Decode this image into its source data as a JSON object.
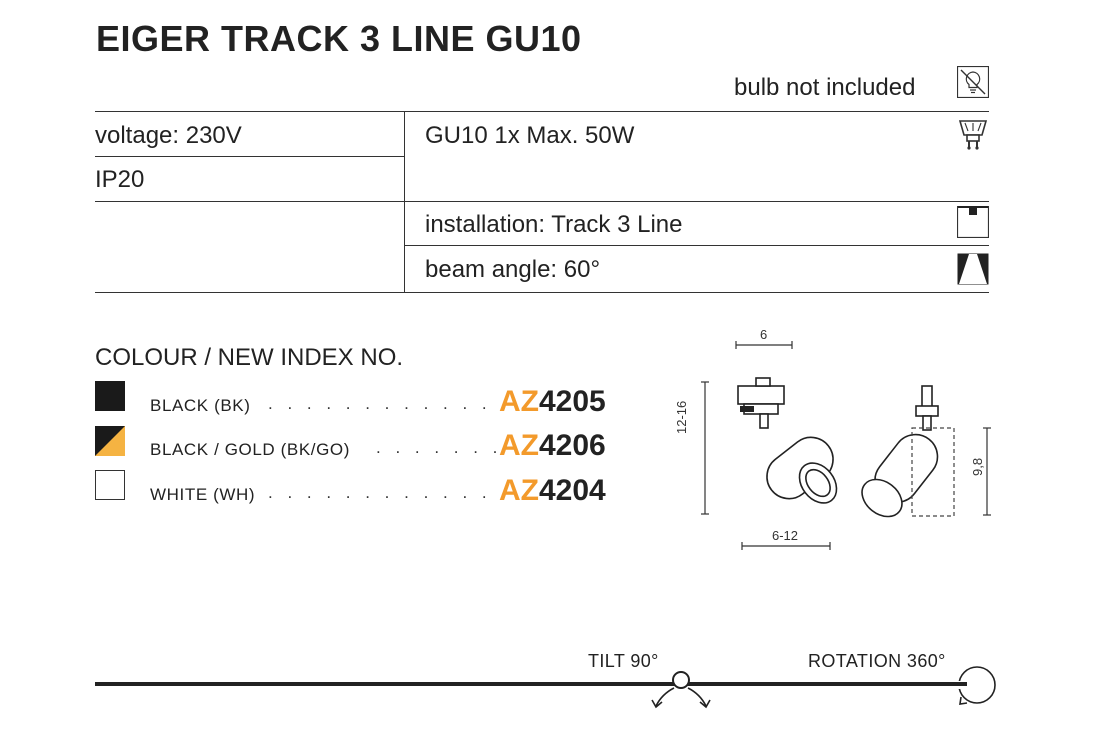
{
  "title": "EIGER TRACK 3 LINE GU10",
  "bulb_note": "bulb not included",
  "specs": {
    "voltage": "voltage: 230V",
    "ip": "IP20",
    "bulb": "GU10 1x Max. 50W",
    "installation": "installation: Track 3 Line",
    "beam": "beam angle: 60°"
  },
  "colours": {
    "title": "COLOUR / NEW INDEX NO.",
    "items": [
      {
        "name": "BLACK (BK)",
        "dots": ". . . . . . . . . . . . . .",
        "prefix": "AZ",
        "number": "4205"
      },
      {
        "name": "BLACK / GOLD (BK/GO)",
        "dots": ". . . . . . .",
        "prefix": "AZ",
        "number": "4206"
      },
      {
        "name": "WHITE (WH)",
        "dots": ". . . . . . . . . . . . . .",
        "prefix": "AZ",
        "number": "4204"
      }
    ]
  },
  "dimensions": {
    "top": "6",
    "height": "12-16",
    "width": "6-12",
    "side": "9,8"
  },
  "movement": {
    "tilt": "TILT 90°",
    "rotation": "ROTATION 360°"
  },
  "colors": {
    "accent": "#f39a2b",
    "black": "#1a1a1a",
    "gold": "#f5b342",
    "line": "#333333"
  },
  "icons": [
    "bulb-crossed-icon",
    "gu10-bulb-icon",
    "track-mount-icon",
    "beam-angle-icon",
    "tilt-icon",
    "rotation-icon"
  ]
}
